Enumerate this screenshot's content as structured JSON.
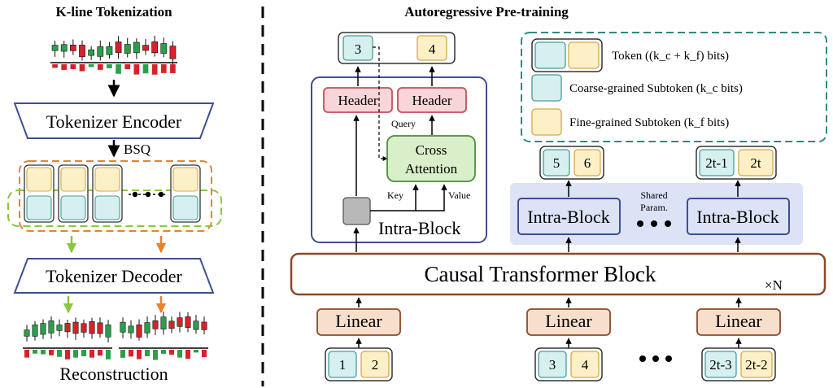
{
  "left_panel": {
    "title": "K-line Tokenization",
    "encoder_label": "Tokenizer Encoder",
    "bsq_label": "BSQ",
    "decoder_label": "Tokenizer Decoder",
    "reconstruction_label": "Reconstruction"
  },
  "right_panel": {
    "title": "Autoregressive Pre-training",
    "intra_detail": {
      "output_tokens": [
        "3",
        "4"
      ],
      "header_label": "Header",
      "query_label": "Query",
      "key_label": "Key",
      "value_label": "Value",
      "cross_attention_lines": [
        "Cross",
        "Attention"
      ],
      "block_label": "Intra-Block"
    },
    "legend": {
      "token": "Token ((k_c + k_f) bits)",
      "coarse": "Coarse-grained Subtoken (k_c bits)",
      "fine": "Fine-grained Subtoken (k_f bits)"
    },
    "upper_tokens": [
      [
        "5",
        "6"
      ],
      [
        "2t-1",
        "2t"
      ]
    ],
    "intra_block_label": "Intra-Block",
    "shared_param_lines": [
      "Shared",
      "Param."
    ],
    "causal_label": "Causal Transformer Block",
    "times_n": "×N",
    "linear_label": "Linear",
    "input_tokens": [
      [
        "1",
        "2"
      ],
      [
        "3",
        "4"
      ],
      [
        "2t-3",
        "2t-2"
      ]
    ]
  },
  "colors": {
    "coarse_fill": "#d6f0ef",
    "fine_fill": "#fdf0c6",
    "header_fill": "#f9d4d8",
    "header_stroke": "#c0505c",
    "cross_fill": "#d9efc9",
    "cross_stroke": "#4e8a3a",
    "linear_fill": "#f8dfcc",
    "causal_stroke": "#8b4a2a",
    "intra_fill": "#dce3f6",
    "intra_stroke": "#3d4f8f",
    "bsq_dash": "#e8822e",
    "green_dash": "#8cc63f",
    "teal_dash": "#2e8b7a",
    "candle_up": "#2aa04a",
    "candle_down": "#d8212a"
  }
}
